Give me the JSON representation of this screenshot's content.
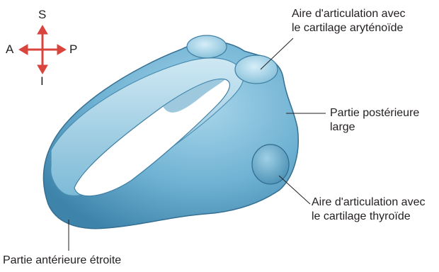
{
  "compass": {
    "superior": "S",
    "inferior": "I",
    "anterior": "A",
    "posterior": "P",
    "arrow_color": "#d9443d"
  },
  "labels": {
    "arytenoid_line1": "Aire d'articulation avec",
    "arytenoid_line2": "le cartilage aryténoïde",
    "posterior_line1": "Partie postérieure",
    "posterior_line2": "large",
    "thyroid_line1": "Aire d'articulation avec",
    "thyroid_line2": "le cartilage thyroïde",
    "anterior": "Partie antérieure étroite"
  },
  "colors": {
    "cartilage_light": "#cfe8f3",
    "cartilage_mid": "#7cbcd8",
    "cartilage_dark": "#3f87ad",
    "leader_line": "#231f20"
  }
}
